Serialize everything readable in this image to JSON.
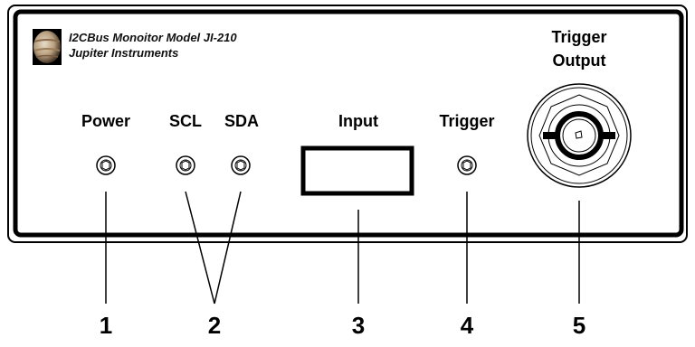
{
  "header": {
    "line1": "I2CBus Monoitor  Model JI-210",
    "line2": "Jupiter Instruments"
  },
  "labels": {
    "power": "Power",
    "scl": "SCL",
    "sda": "SDA",
    "input": "Input",
    "trigger": "Trigger",
    "trigger_output_line1": "Trigger",
    "trigger_output_line2": "Output"
  },
  "callouts": [
    "1",
    "2",
    "3",
    "4",
    "5"
  ],
  "icons": {
    "logo": "jupiter-planet-icon",
    "led": "led-icon",
    "connector": "bnc-connector-icon",
    "input_port": "input-port-icon"
  }
}
